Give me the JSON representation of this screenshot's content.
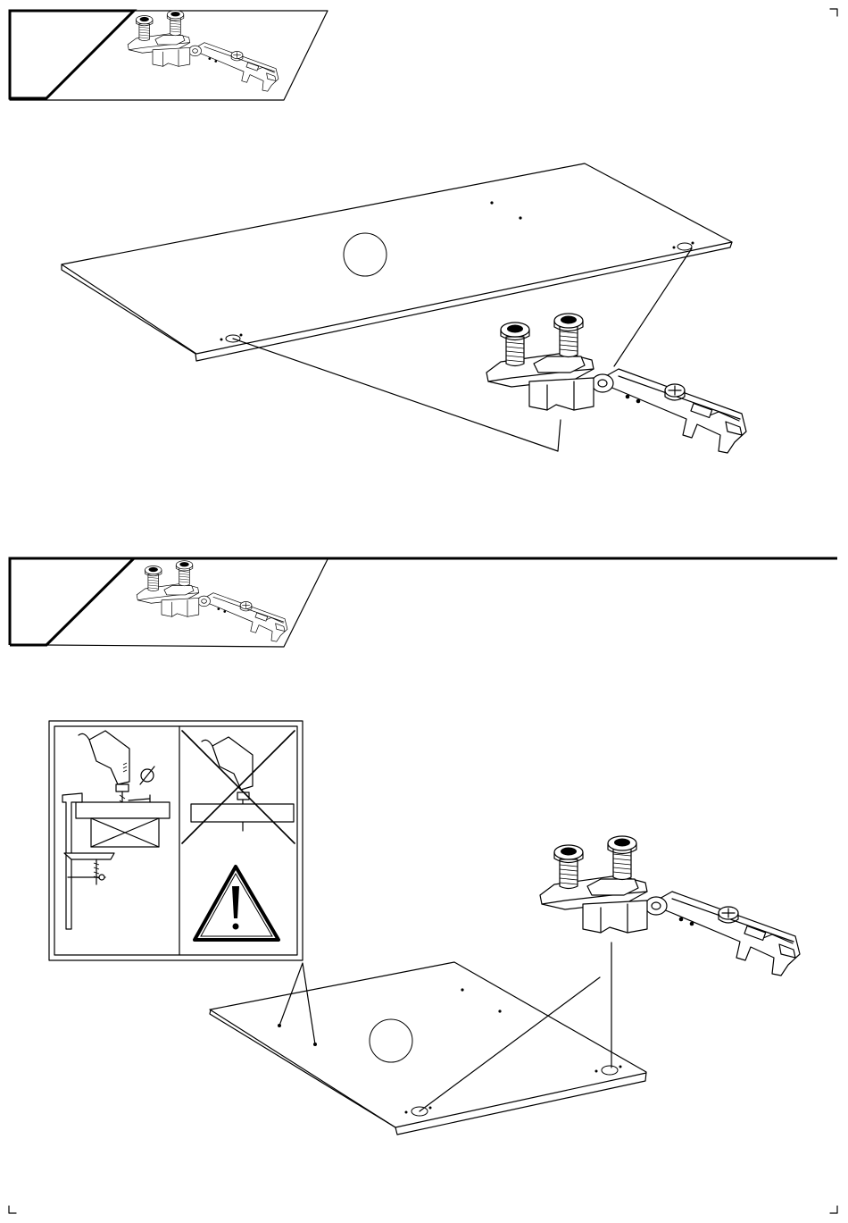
{
  "page": {
    "background": "#ffffff",
    "ink": "#000000"
  },
  "steps": [
    {
      "name": "step-1",
      "part": "hinge-with-mounting-plate",
      "quantity_shown": 2
    },
    {
      "name": "step-2",
      "part": "hinge-with-mounting-plate",
      "quantity_shown": 2
    }
  ],
  "warning": {
    "icon": "warning-triangle-icon",
    "correct_method": "drill-with-depth-stop-and-clamp",
    "wrong_method": "drill-through-crossed-out",
    "diameter_symbol": "Ø"
  }
}
